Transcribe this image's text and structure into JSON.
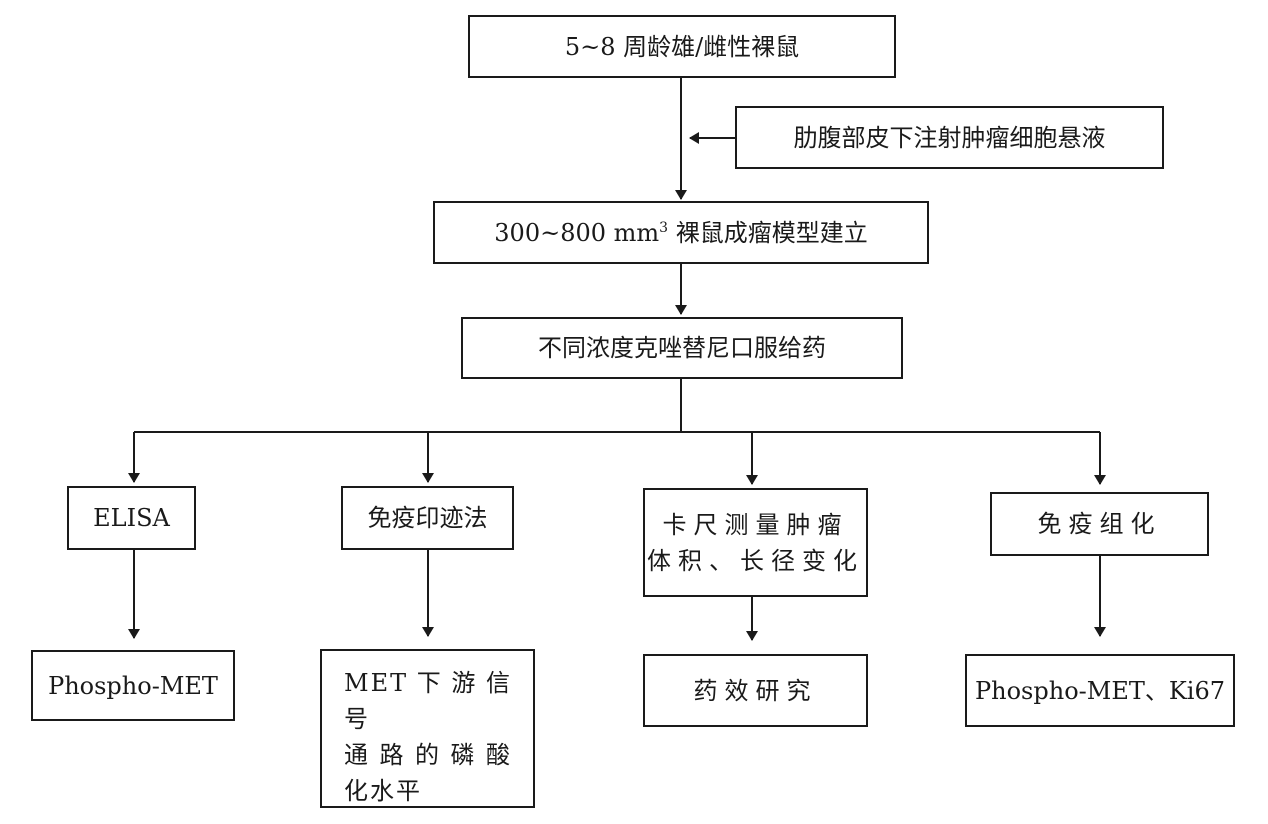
{
  "nodes": {
    "mice": "5~8 周龄雄/雌性裸鼠",
    "injection": "肋腹部皮下注射肿瘤细胞悬液",
    "model_pre": "300~800 mm",
    "model_sup": "3",
    "model_post": " 裸鼠成瘤模型建立",
    "dosing": "不同浓度克唑替尼口服给药",
    "elisa": "ELISA",
    "western": "免疫印迹法",
    "caliper_line1": "卡尺测量肿瘤",
    "caliper_line2": "体积、长径变化",
    "ihc": "免疫组化",
    "phospho_met": "Phospho-MET",
    "downstream_line1": "MET下游信号",
    "downstream_line2": "通路的磷酸",
    "downstream_line3": "化水平",
    "efficacy": "药效研究",
    "phospho_met_ki67": "Phospho-MET、Ki67"
  }
}
